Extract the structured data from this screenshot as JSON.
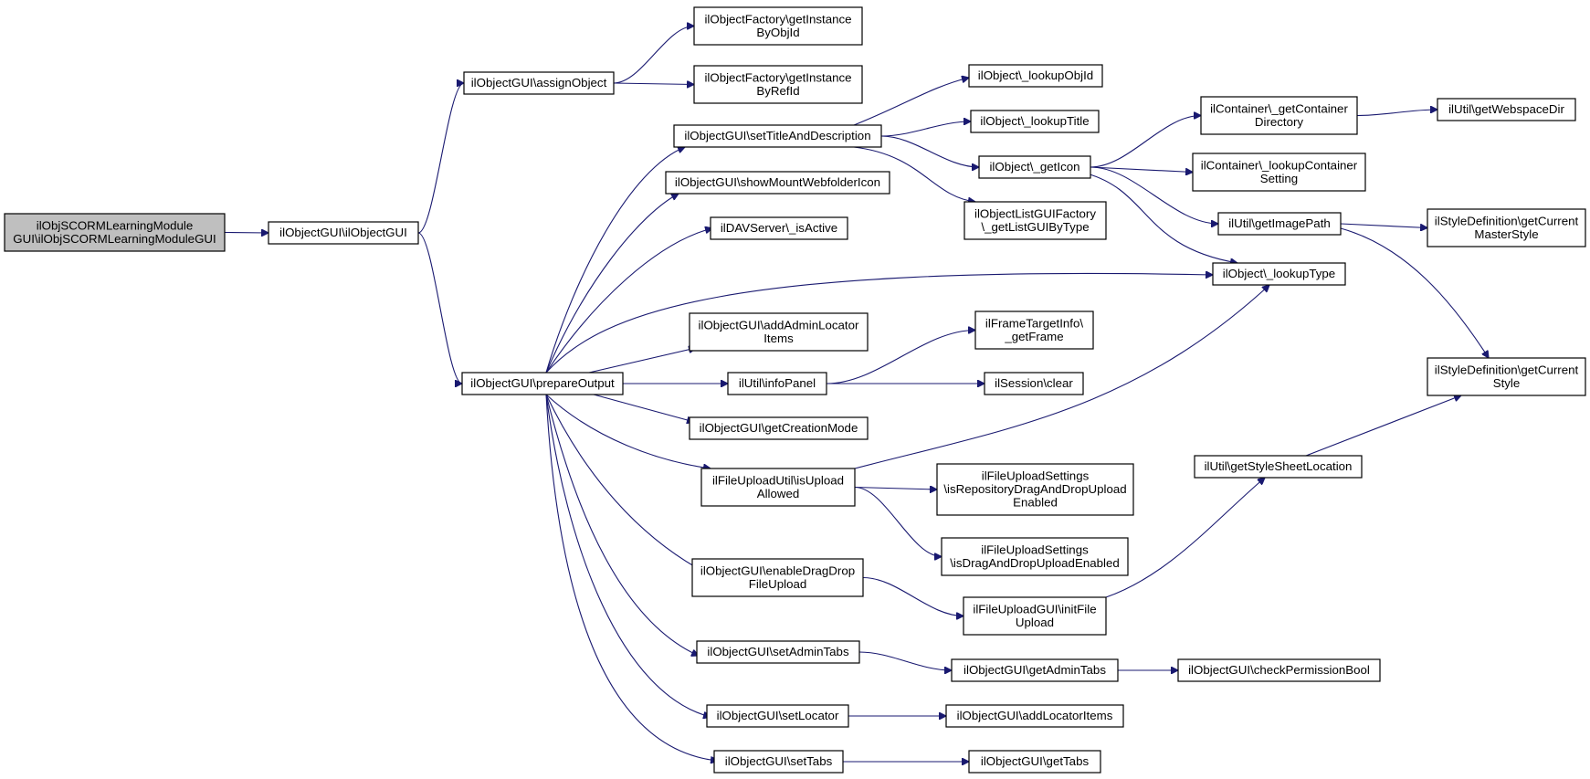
{
  "nodes": [
    {
      "id": "root",
      "lines": [
        "ilObjSCORMLearningModule",
        "GUI\\ilObjSCORMLearningModuleGUI"
      ]
    },
    {
      "id": "ctor",
      "lines": [
        "ilObjectGUI\\ilObjectGUI"
      ]
    },
    {
      "id": "assignObject",
      "lines": [
        "ilObjectGUI\\assignObject"
      ]
    },
    {
      "id": "prepareOutput",
      "lines": [
        "ilObjectGUI\\prepareOutput"
      ]
    },
    {
      "id": "getInstanceByObjId",
      "lines": [
        "ilObjectFactory\\getInstance",
        "ByObjId"
      ]
    },
    {
      "id": "getInstanceByRefId",
      "lines": [
        "ilObjectFactory\\getInstance",
        "ByRefId"
      ]
    },
    {
      "id": "setTitleAndDescription",
      "lines": [
        "ilObjectGUI\\setTitleAndDescription"
      ]
    },
    {
      "id": "showMountWebfolderIcon",
      "lines": [
        "ilObjectGUI\\showMountWebfolderIcon"
      ]
    },
    {
      "id": "isActive",
      "lines": [
        "ilDAVServer\\_isActive"
      ]
    },
    {
      "id": "addAdminLocatorItems",
      "lines": [
        "ilObjectGUI\\addAdminLocator",
        "Items"
      ]
    },
    {
      "id": "infoPanel",
      "lines": [
        "ilUtil\\infoPanel"
      ]
    },
    {
      "id": "getCreationMode",
      "lines": [
        "ilObjectGUI\\getCreationMode"
      ]
    },
    {
      "id": "isUploadAllowed",
      "lines": [
        "ilFileUploadUtil\\isUpload",
        "Allowed"
      ]
    },
    {
      "id": "enableDragDropFileUpload",
      "lines": [
        "ilObjectGUI\\enableDragDrop",
        "FileUpload"
      ]
    },
    {
      "id": "setAdminTabs",
      "lines": [
        "ilObjectGUI\\setAdminTabs"
      ]
    },
    {
      "id": "setLocator",
      "lines": [
        "ilObjectGUI\\setLocator"
      ]
    },
    {
      "id": "setTabs",
      "lines": [
        "ilObjectGUI\\setTabs"
      ]
    },
    {
      "id": "lookupObjId",
      "lines": [
        "ilObject\\_lookupObjId"
      ]
    },
    {
      "id": "lookupTitle",
      "lines": [
        "ilObject\\_lookupTitle"
      ]
    },
    {
      "id": "getIcon",
      "lines": [
        "ilObject\\_getIcon"
      ]
    },
    {
      "id": "getListGUIByType",
      "lines": [
        "ilObjectListGUIFactory",
        "\\_getListGUIByType"
      ]
    },
    {
      "id": "getFrame",
      "lines": [
        "ilFrameTargetInfo\\",
        "_getFrame"
      ]
    },
    {
      "id": "sessionClear",
      "lines": [
        "ilSession\\clear"
      ]
    },
    {
      "id": "isRepositoryDragAndDropUploadEnabled",
      "lines": [
        "ilFileUploadSettings",
        "\\isRepositoryDragAndDropUpload",
        "Enabled"
      ]
    },
    {
      "id": "isDragAndDropUploadEnabled",
      "lines": [
        "ilFileUploadSettings",
        "\\isDragAndDropUploadEnabled"
      ]
    },
    {
      "id": "initFileUpload",
      "lines": [
        "ilFileUploadGUI\\initFile",
        "Upload"
      ]
    },
    {
      "id": "getAdminTabs",
      "lines": [
        "ilObjectGUI\\getAdminTabs"
      ]
    },
    {
      "id": "addLocatorItems",
      "lines": [
        "ilObjectGUI\\addLocatorItems"
      ]
    },
    {
      "id": "getTabs",
      "lines": [
        "ilObjectGUI\\getTabs"
      ]
    },
    {
      "id": "getContainerDirectory",
      "lines": [
        "ilContainer\\_getContainer",
        "Directory"
      ]
    },
    {
      "id": "lookupContainerSetting",
      "lines": [
        "ilContainer\\_lookupContainer",
        "Setting"
      ]
    },
    {
      "id": "getImagePath",
      "lines": [
        "ilUtil\\getImagePath"
      ]
    },
    {
      "id": "lookupType",
      "lines": [
        "ilObject\\_lookupType"
      ]
    },
    {
      "id": "getStyleSheetLocation",
      "lines": [
        "ilUtil\\getStyleSheetLocation"
      ]
    },
    {
      "id": "getWebspaceDir",
      "lines": [
        "ilUtil\\getWebspaceDir"
      ]
    },
    {
      "id": "getCurrentMasterStyle",
      "lines": [
        "ilStyleDefinition\\getCurrent",
        "MasterStyle"
      ]
    },
    {
      "id": "getCurrentStyle",
      "lines": [
        "ilStyleDefinition\\getCurrent",
        "Style"
      ]
    },
    {
      "id": "checkPermissionBool",
      "lines": [
        "ilObjectGUI\\checkPermissionBool"
      ]
    }
  ],
  "edges": [
    [
      "root",
      "ctor"
    ],
    [
      "ctor",
      "assignObject"
    ],
    [
      "ctor",
      "prepareOutput"
    ],
    [
      "assignObject",
      "getInstanceByObjId"
    ],
    [
      "assignObject",
      "getInstanceByRefId"
    ],
    [
      "prepareOutput",
      "setTitleAndDescription"
    ],
    [
      "prepareOutput",
      "showMountWebfolderIcon"
    ],
    [
      "prepareOutput",
      "isActive"
    ],
    [
      "prepareOutput",
      "lookupType"
    ],
    [
      "prepareOutput",
      "addAdminLocatorItems"
    ],
    [
      "prepareOutput",
      "infoPanel"
    ],
    [
      "prepareOutput",
      "getCreationMode"
    ],
    [
      "prepareOutput",
      "isUploadAllowed"
    ],
    [
      "prepareOutput",
      "enableDragDropFileUpload"
    ],
    [
      "prepareOutput",
      "setAdminTabs"
    ],
    [
      "prepareOutput",
      "setLocator"
    ],
    [
      "prepareOutput",
      "setTabs"
    ],
    [
      "setTitleAndDescription",
      "lookupObjId"
    ],
    [
      "setTitleAndDescription",
      "lookupTitle"
    ],
    [
      "setTitleAndDescription",
      "getIcon"
    ],
    [
      "setTitleAndDescription",
      "getListGUIByType"
    ],
    [
      "getIcon",
      "getContainerDirectory"
    ],
    [
      "getIcon",
      "lookupContainerSetting"
    ],
    [
      "getIcon",
      "getImagePath"
    ],
    [
      "getIcon",
      "lookupType"
    ],
    [
      "getContainerDirectory",
      "getWebspaceDir"
    ],
    [
      "getImagePath",
      "getCurrentMasterStyle"
    ],
    [
      "getImagePath",
      "getCurrentStyle"
    ],
    [
      "infoPanel",
      "getFrame"
    ],
    [
      "infoPanel",
      "sessionClear"
    ],
    [
      "isUploadAllowed",
      "lookupType"
    ],
    [
      "isUploadAllowed",
      "isRepositoryDragAndDropUploadEnabled"
    ],
    [
      "isUploadAllowed",
      "isDragAndDropUploadEnabled"
    ],
    [
      "enableDragDropFileUpload",
      "initFileUpload"
    ],
    [
      "initFileUpload",
      "getStyleSheetLocation"
    ],
    [
      "getStyleSheetLocation",
      "getCurrentStyle"
    ],
    [
      "setAdminTabs",
      "getAdminTabs"
    ],
    [
      "getAdminTabs",
      "checkPermissionBool"
    ],
    [
      "setLocator",
      "addLocatorItems"
    ],
    [
      "setTabs",
      "getTabs"
    ]
  ],
  "colors": {
    "edge": "#191970",
    "root_fill": "#bfbfbf",
    "node_fill": "#ffffff",
    "border": "#000000"
  }
}
